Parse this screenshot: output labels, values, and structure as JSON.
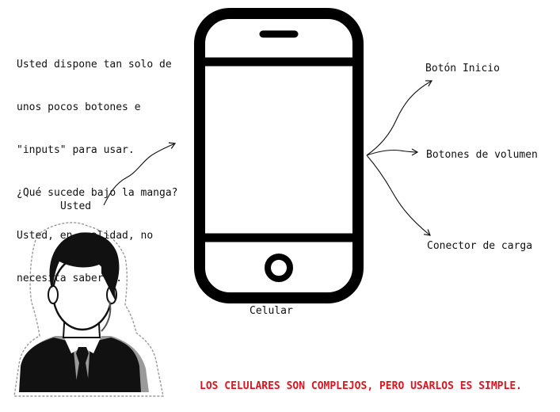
{
  "intro_lines": [
    "Usted dispone tan solo de",
    "unos pocos botones e",
    "\"inputs\" para usar.",
    "¿Qué sucede bajo la manga?",
    "Usted, en realidad, no",
    "necesita saberlo."
  ],
  "labels": {
    "user": "Usted",
    "phone": "Celular",
    "home_button": "Botón Inicio",
    "volume_buttons": "Botones de volumen",
    "charging_port": "Conector de carga"
  },
  "footer": "LOS CELULARES SON COMPLEJOS, PERO USARLOS ES SIMPLE.",
  "colors": {
    "ink": "#111111",
    "footer": "#e0141e"
  },
  "icons": {
    "phone": "smartphone-outline-icon",
    "user": "businessman-avatar-icon"
  }
}
